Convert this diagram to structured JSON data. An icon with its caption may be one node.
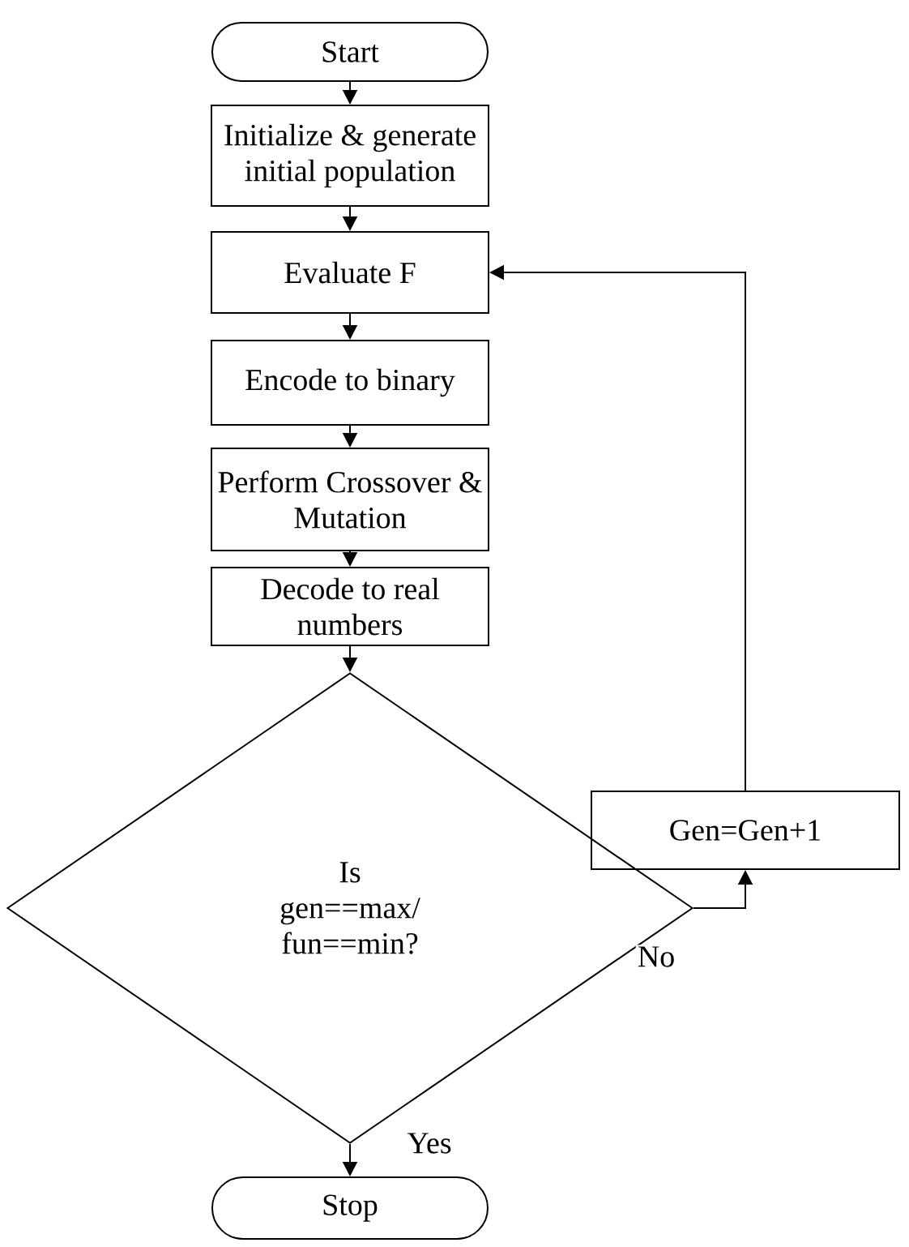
{
  "diagram": {
    "nodes": [
      {
        "text": [
          "Start"
        ]
      },
      {
        "text": [
          "Initialize & generate initial population"
        ]
      },
      {
        "text": [
          "Evaluate F"
        ]
      },
      {
        "text": [
          "Encode to binary"
        ]
      },
      {
        "text": [
          "Perform Crossover & Mutation"
        ]
      },
      {
        "text": [
          "Decode to real numbers"
        ]
      },
      {
        "text": [
          "Is gen==max/ fun==min?"
        ]
      },
      {
        "text": [
          "Gen=Gen+1"
        ]
      },
      {
        "text": [
          "Stop"
        ]
      }
    ],
    "edges": [
      {
        "from": 0,
        "to": 1,
        "arrow": "to"
      },
      {
        "from": 1,
        "to": 2,
        "arrow": "to"
      },
      {
        "from": 2,
        "to": 3,
        "arrow": "to"
      },
      {
        "from": 3,
        "to": 4,
        "arrow": "to"
      },
      {
        "from": 4,
        "to": 5,
        "arrow": "to"
      },
      {
        "from": 5,
        "to": 6,
        "arrow": "to"
      },
      {
        "from": 6,
        "to": 7,
        "arrow": "to",
        "label": "No"
      },
      {
        "from": 7,
        "to": 2,
        "arrow": "to"
      },
      {
        "from": 6,
        "to": 8,
        "arrow": "to",
        "label": "Yes"
      }
    ]
  }
}
